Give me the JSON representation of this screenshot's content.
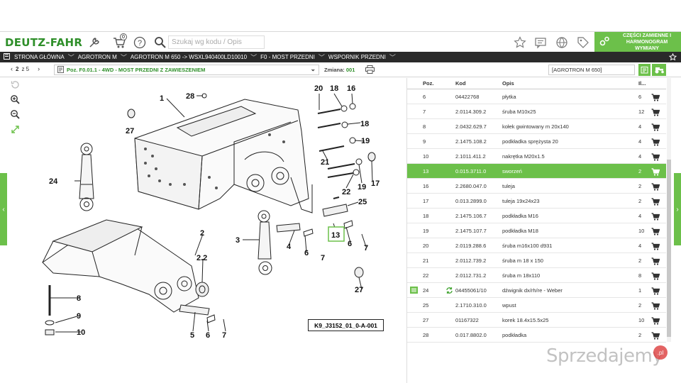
{
  "header": {
    "logo": "DEUTZ-FAHR",
    "cart_count": "0",
    "search_placeholder": "Szukaj wg kodu / Opis",
    "green_button": "CZĘŚCI ZAMIENNE I HARMONOGRAM WYMIANY"
  },
  "breadcrumb": [
    "STRONA GŁÓWNA",
    "AGROTRON M",
    "AGROTRON M 650 -> WSXL940400LD10010",
    "F0 - MOST PRZEDNI",
    "WSPORNIK PRZEDNI"
  ],
  "toolbar": {
    "page_current": "2",
    "page_of": "z 5",
    "position_title": "Poz. F0.01.1 - 4WD - MOST PRZEDNI Z ZAWIESZENIEM",
    "change_label": "Zmiana:",
    "change_value": "001",
    "model_value": "[AGROTRON M 650]"
  },
  "diagram": {
    "figure_id": "K9_J3152_01_0-A-001",
    "callouts": [
      "1",
      "28",
      "20",
      "18",
      "16",
      "27",
      "18",
      "19",
      "24",
      "21",
      "22",
      "19",
      "17",
      "25",
      "2",
      "3",
      "4",
      "6",
      "13",
      "6",
      "7",
      "2.2",
      "7",
      "27",
      "8",
      "9",
      "10",
      "5",
      "6",
      "7"
    ]
  },
  "parts_table": {
    "headers": {
      "pos": "Poz.",
      "code": "Kod",
      "desc": "Opis",
      "qty": "Il..."
    },
    "rows": [
      {
        "pos": "6",
        "code": "04422768",
        "desc": "płytka",
        "qty": "6",
        "selected": false
      },
      {
        "pos": "7",
        "code": "2.0114.309.2",
        "desc": "śruba M10x25",
        "qty": "12",
        "selected": false
      },
      {
        "pos": "8",
        "code": "2.0432.629.7",
        "desc": "kołek gwintowany m 20x140",
        "qty": "4",
        "selected": false
      },
      {
        "pos": "9",
        "code": "2.1475.108.2",
        "desc": "podkładka sprężysta 20",
        "qty": "4",
        "selected": false
      },
      {
        "pos": "10",
        "code": "2.1011.411.2",
        "desc": "nakrętka M20x1.5",
        "qty": "4",
        "selected": false
      },
      {
        "pos": "13",
        "code": "0.015.3711.0",
        "desc": "sworzeń",
        "qty": "2",
        "selected": true
      },
      {
        "pos": "16",
        "code": "2.2680.047.0",
        "desc": "tuleja",
        "qty": "2",
        "selected": false
      },
      {
        "pos": "17",
        "code": "0.013.2899.0",
        "desc": "tuleja 19x24x23",
        "qty": "2",
        "selected": false
      },
      {
        "pos": "18",
        "code": "2.1475.106.7",
        "desc": "podkładka M16",
        "qty": "4",
        "selected": false
      },
      {
        "pos": "19",
        "code": "2.1475.107.7",
        "desc": "podkładka M18",
        "qty": "10",
        "selected": false
      },
      {
        "pos": "20",
        "code": "2.0119.288.6",
        "desc": "śruba m16x100 d931",
        "qty": "4",
        "selected": false
      },
      {
        "pos": "21",
        "code": "2.0112.739.2",
        "desc": "śruba m 18 x 150",
        "qty": "2",
        "selected": false
      },
      {
        "pos": "22",
        "code": "2.0112.731.2",
        "desc": "śruba m 18x110",
        "qty": "8",
        "selected": false
      },
      {
        "pos": "24",
        "code": "04455061/10",
        "desc": "dźwignik dx/rh/re - Weber",
        "qty": "1",
        "selected": false,
        "has_info": true,
        "has_replace": true
      },
      {
        "pos": "25",
        "code": "2.1710.310.0",
        "desc": "wpust",
        "qty": "2",
        "selected": false
      },
      {
        "pos": "27",
        "code": "01167322",
        "desc": "korek 18.4x15.5x25",
        "qty": "10",
        "selected": false
      },
      {
        "pos": "28",
        "code": "0.017.8802.0",
        "desc": "podkładka",
        "qty": "2",
        "selected": false
      }
    ]
  },
  "watermark": {
    "text": "Sprzedajemy",
    "badge": ".pl"
  },
  "colors": {
    "accent": "#6cc04a",
    "brand": "#2f8f2a",
    "breadcrumb_bg": "#2a2a2a"
  }
}
